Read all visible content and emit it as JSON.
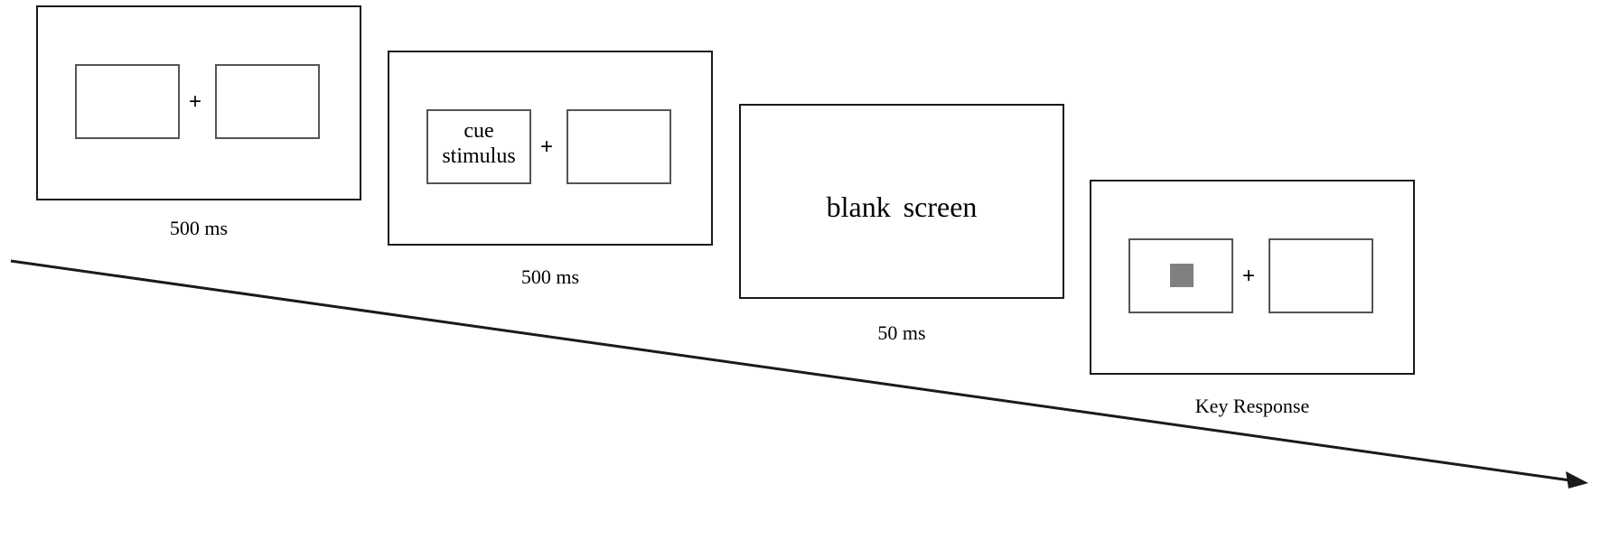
{
  "frames": [
    {
      "duration": "500 ms"
    },
    {
      "cue_line1": "cue",
      "cue_line2": "stimulus",
      "duration": "500 ms"
    },
    {
      "text": "blank  screen",
      "duration": "50 ms"
    },
    {
      "duration": "Key Response"
    }
  ],
  "fixation": "+",
  "colors": {
    "stroke": "#1a1a1a",
    "box_border": "#555555",
    "target": "#808080"
  }
}
